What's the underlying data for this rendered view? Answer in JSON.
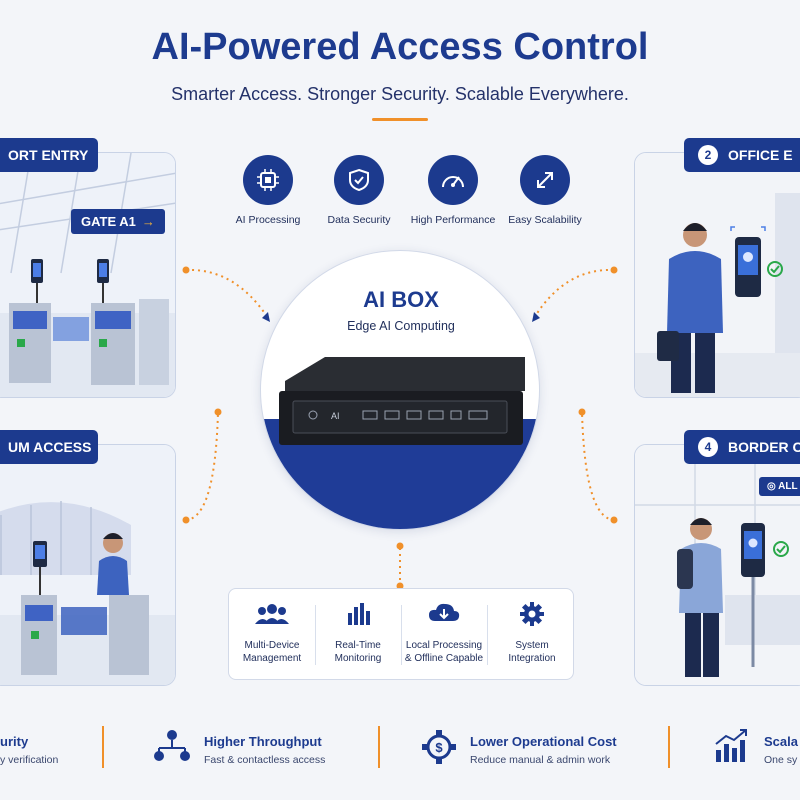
{
  "header": {
    "title": "AI-Powered Access Control",
    "subtitle": "Smarter Access. Stronger Security. Scalable Everywhere."
  },
  "panels": {
    "airport": {
      "tag": "ORT ENTRY",
      "gate_label": "GATE A1",
      "gate_arrow": "→"
    },
    "office": {
      "number": "2",
      "tag": "OFFICE E"
    },
    "stadium": {
      "tag": "UM ACCESS"
    },
    "border": {
      "number": "4",
      "tag": "BORDER C",
      "sign": "ALL"
    }
  },
  "features": [
    {
      "label": "AI Processing",
      "icon": "chip-icon"
    },
    {
      "label": "Data Security",
      "icon": "shield-icon"
    },
    {
      "label": "High Performance",
      "icon": "speedometer-icon"
    },
    {
      "label": "Easy Scalability",
      "icon": "expand-icon"
    }
  ],
  "center": {
    "title": "AI BOX",
    "subtitle": "Edge AI Computing",
    "device_mark": "AI"
  },
  "capabilities": [
    {
      "line1": "Multi-Device",
      "line2": "Management",
      "icon": "users-icon"
    },
    {
      "line1": "Real-Time",
      "line2": "Monitoring",
      "icon": "bar-chart-icon"
    },
    {
      "line1": "Local Processing",
      "line2": "& Offline Capable",
      "icon": "cloud-download-icon"
    },
    {
      "line1": "System",
      "line2": "Integration",
      "icon": "gear-icon"
    }
  ],
  "benefits": [
    {
      "title": "urity",
      "subtitle": "y verification",
      "icon": "shield-icon"
    },
    {
      "title": "Higher Throughput",
      "subtitle": "Fast & contactless access",
      "icon": "network-icon"
    },
    {
      "title": "Lower Operational Cost",
      "subtitle": "Reduce manual & admin work",
      "icon": "gear-dollar-icon"
    },
    {
      "title": "Scala",
      "subtitle": "One sy",
      "icon": "growth-chart-icon"
    }
  ],
  "colors": {
    "navy": "#1c3a8e",
    "accent_orange": "#f0902a",
    "check_green": "#2aa84a"
  }
}
